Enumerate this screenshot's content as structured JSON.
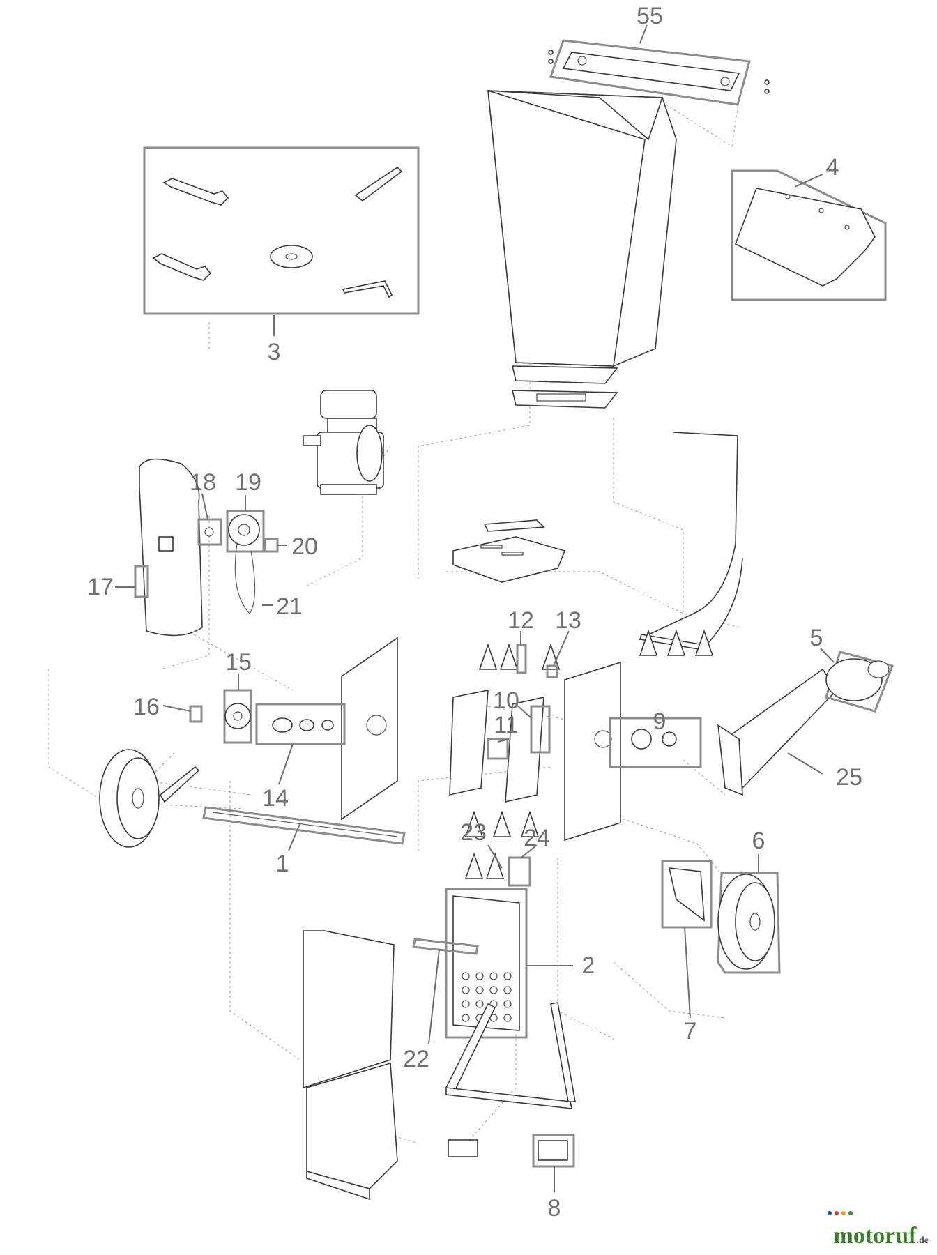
{
  "callouts": {
    "c55": "55",
    "c4": "4",
    "c3": "3",
    "c18": "18",
    "c19": "19",
    "c20": "20",
    "c17": "17",
    "c21": "21",
    "c12": "12",
    "c13": "13",
    "c5": "5",
    "c15": "15",
    "c16": "16",
    "c10": "10",
    "c11": "11",
    "c9": "9",
    "c14": "14",
    "c25": "25",
    "c1": "1",
    "c23": "23",
    "c24": "24",
    "c6": "6",
    "c2": "2",
    "c7": "7",
    "c22": "22",
    "c8": "8"
  },
  "brand": {
    "name": "motoruf",
    "suffix": ".de",
    "colors": [
      "#1f5ba8",
      "#d8342b",
      "#e9a21a",
      "#3a8c2c"
    ]
  }
}
